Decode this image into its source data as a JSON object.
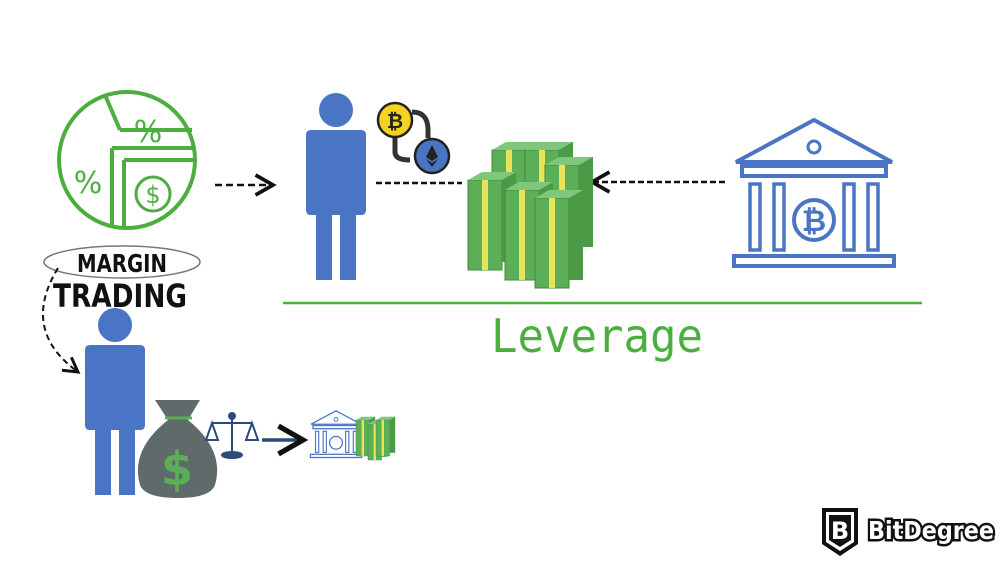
{
  "margin_label": {
    "line1": "MARGIN",
    "line2": "TRADING"
  },
  "leverage_label": "Leverage",
  "pie_icon": {
    "symbols": [
      "%",
      "%",
      "$"
    ]
  },
  "money_bag_symbol": "$",
  "logo": {
    "text": "BitDegree",
    "mark": "B"
  },
  "crypto_coins": [
    "bitcoin-icon",
    "ethereum-icon"
  ],
  "colors": {
    "green": "#4cae3f",
    "blue": "#4a74c4",
    "money": "#5cae57",
    "bag": "#5f6b6b",
    "coin_yellow": "#f5d21f",
    "black": "#111111"
  }
}
